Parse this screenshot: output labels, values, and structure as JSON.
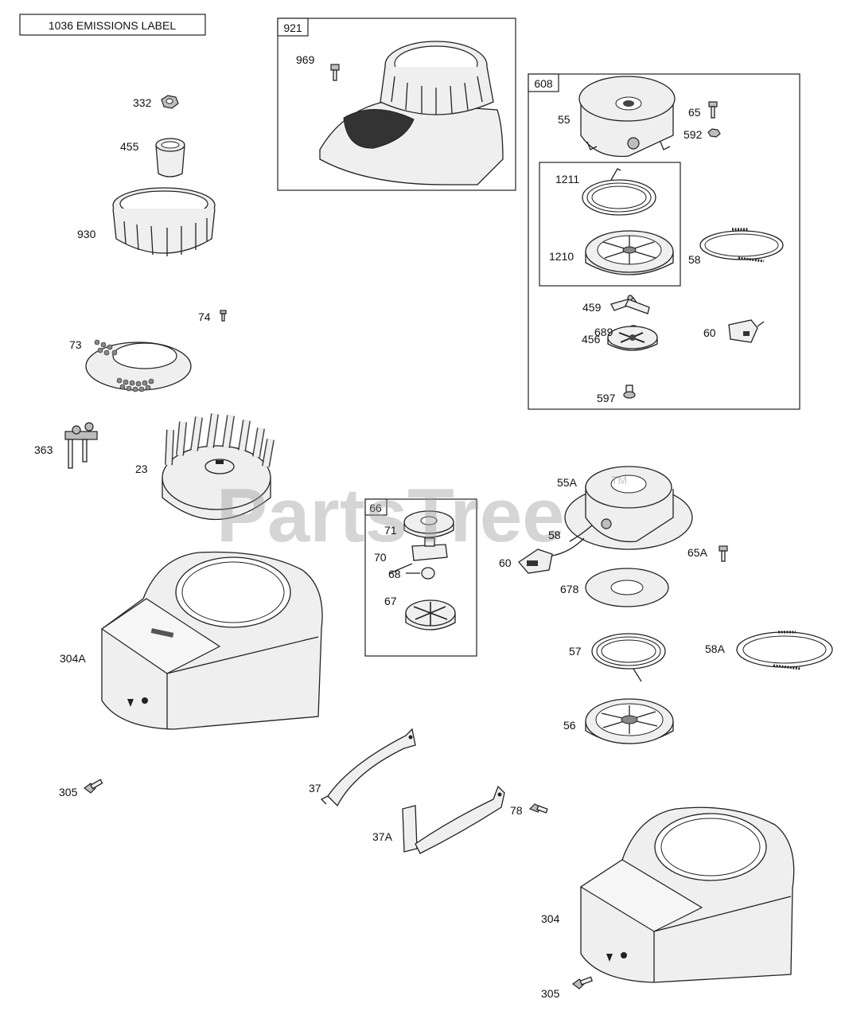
{
  "emissions_label": "1036 EMISSIONS LABEL",
  "watermark": {
    "text": "PartsTree",
    "tm": "TM"
  },
  "groups": {
    "g921": "921",
    "g608": "608",
    "g66": "66"
  },
  "labels": {
    "p969": "969",
    "p332": "332",
    "p455": "455",
    "p930": "930",
    "p74": "74",
    "p73": "73",
    "p363": "363",
    "p23": "23",
    "p304A": "304A",
    "p305a": "305",
    "p55": "55",
    "p65": "65",
    "p592": "592",
    "p1211": "1211",
    "p1210": "1210",
    "p58a": "58",
    "p459": "459",
    "p689": "689",
    "p60a": "60",
    "p456": "456",
    "p597": "597",
    "p55A": "55A",
    "p58b": "58",
    "p60b": "60",
    "p65A": "65A",
    "p678": "678",
    "p57": "57",
    "p58A": "58A",
    "p56": "56",
    "p71": "71",
    "p70": "70",
    "p68": "68",
    "p67": "67",
    "p37": "37",
    "p37A": "37A",
    "p78": "78",
    "p304": "304",
    "p305b": "305"
  }
}
